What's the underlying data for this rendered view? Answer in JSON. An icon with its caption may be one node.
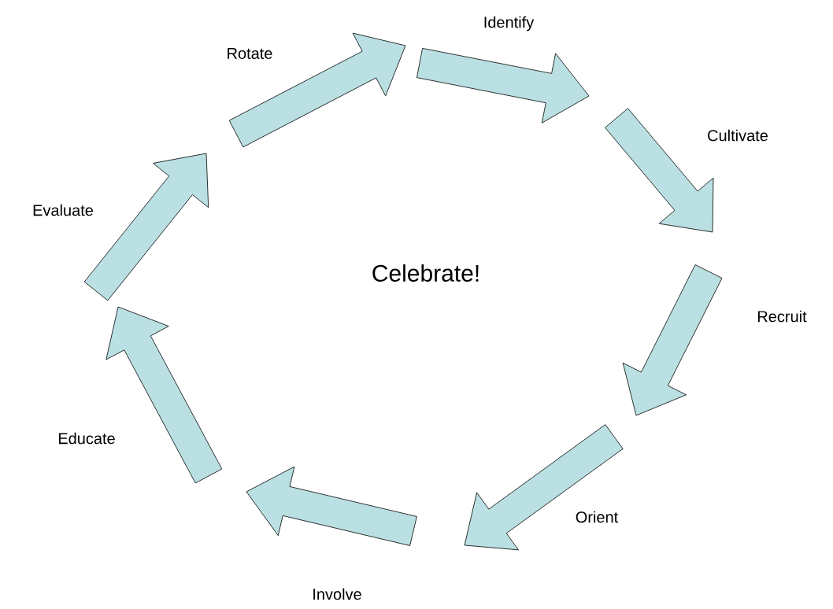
{
  "diagram": {
    "nodes": [
      {
        "text": [],
        "shape": "arrow",
        "beside": [
          "Identify"
        ]
      },
      {
        "text": [],
        "shape": "arrow",
        "beside": [
          "Cultivate"
        ]
      },
      {
        "text": [],
        "shape": "arrow",
        "beside": [
          "Recruit"
        ]
      },
      {
        "text": [],
        "shape": "arrow",
        "beside": [
          "Orient"
        ]
      },
      {
        "text": [],
        "shape": "arrow",
        "beside": [
          "Involve"
        ]
      },
      {
        "text": [],
        "shape": "arrow",
        "beside": [
          "Educate"
        ]
      },
      {
        "text": [],
        "shape": "arrow",
        "beside": [
          "Evaluate"
        ]
      },
      {
        "text": [],
        "shape": "arrow",
        "beside": [
          "Rotate"
        ]
      }
    ],
    "labels": [
      "Celebrate!"
    ]
  }
}
